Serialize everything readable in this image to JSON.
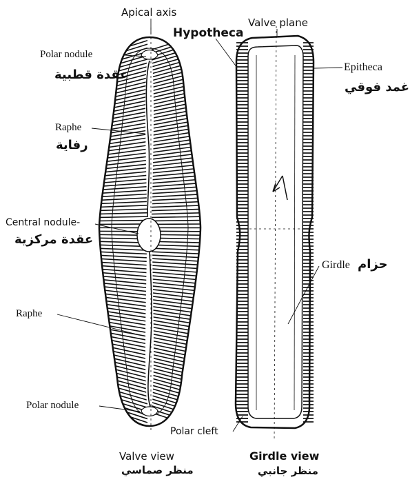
{
  "labels": {
    "apical_axis": "Apical axis",
    "valve_plane": "Valve plane",
    "hypotheca": "Hypotheca",
    "polar_nodule_top": "Polar nodule",
    "polar_nodule_top_ar": "عقدة قطبية",
    "epitheca": "Epitheca",
    "epitheca_ar": "غمد فوقي",
    "raphe_top": "Raphe",
    "raphe_top_ar": "رفاية",
    "central_nodule": "Central nodule-",
    "central_nodule_ar": "عقدة مركزية",
    "girdle": "Girdle",
    "girdle_ar": "حزام",
    "raphe_bottom": "Raphe",
    "polar_nodule_bottom": "Polar nodule",
    "polar_cleft": "Polar cleft",
    "valve_view": "Valve view",
    "valve_view_ar": "منظر صماسي",
    "girdle_view": "Girdle view",
    "girdle_view_ar": "منظر جانبي"
  },
  "colors": {
    "ink": "#111111",
    "background": "#ffffff"
  }
}
